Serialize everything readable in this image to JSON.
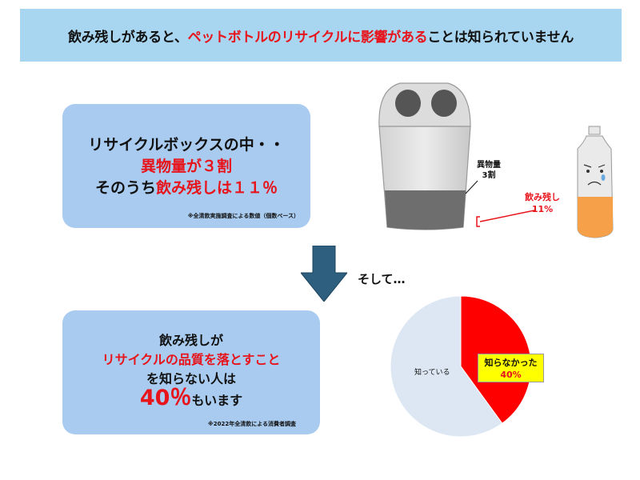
{
  "header": {
    "title_part1": "飲み残しがあると、",
    "title_highlight": "ペットボトルのリサイクルに影響がある",
    "title_part2": "ことは知られていません"
  },
  "box1": {
    "line1": "リサイクルボックスの中・・",
    "line2": "異物量が３割",
    "line3_prefix": "そのうち",
    "line3_highlight": "飲み残しは１１％",
    "note": "※全清飲実施調査による数値（個数ベース）"
  },
  "box2": {
    "line1": "飲み残しが",
    "line2": "リサイクルの品質を落とすこと",
    "line3": "を知らない人は",
    "line4_big": "40％",
    "line4_rest": "もいます",
    "note": "※2022年全清飲による消費者調査"
  },
  "soshite": "そして…",
  "illustration": {
    "foreign_label_1": "異物量",
    "foreign_label_2": "3割",
    "leftover_label": "飲み残し",
    "leftover_pct": "11%"
  },
  "pie": {
    "known_label": "知っている",
    "unknown_label": "知らなかった",
    "unknown_pct": "40%",
    "colors": {
      "known": "#dce7f3",
      "unknown": "#ff0000"
    }
  },
  "chart_data": {
    "type": "pie",
    "categories": [
      "知らなかった",
      "知っている"
    ],
    "values": [
      40,
      60
    ]
  }
}
